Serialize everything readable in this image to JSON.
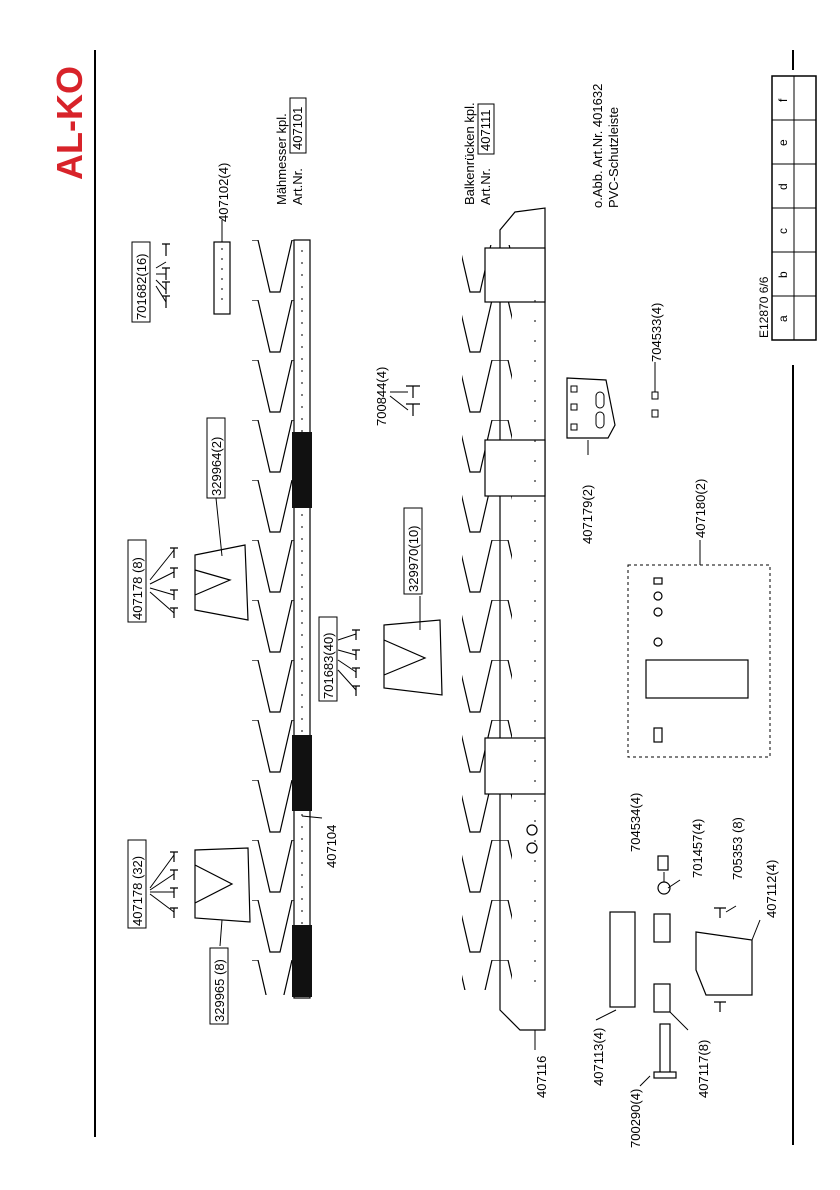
{
  "brand": {
    "logo_text": "AL-KO",
    "logo_color": "#d8232a"
  },
  "titles": {
    "maehmesser_label": "Mähmesser kpl.",
    "maehmesser_artnr_prefix": "Art.Nr.",
    "maehmesser_artnr": "407101",
    "balken_label": "Balkenrücken kpl.",
    "balken_artnr_prefix": "Art.Nr.",
    "balken_artnr": "407111",
    "note_line1": "o.Abb. Art.Nr. 401632",
    "note_line2": "PVC-Schutzleiste"
  },
  "drawing_ref": "E12870  6/6",
  "revision_cells": [
    "a",
    "b",
    "c",
    "d",
    "e",
    "f"
  ],
  "parts": {
    "p701682": "701682(16)",
    "p407102": "407102(4)",
    "p329964": "329964(2)",
    "p407178_8": "407178 (8)",
    "p701683": "701683(40)",
    "p329970": "329970(10)",
    "p700844": "700844(4)",
    "p704533": "704533(4)",
    "p407179": "407179(2)",
    "p407180": "407180(2)",
    "p407178_32": "407178 (32)",
    "p329965": "329965 (8)",
    "p407104": "407104",
    "p704534": "704534(4)",
    "p701457": "701457(4)",
    "p705353": "705353 (8)",
    "p407112": "407112(4)",
    "p407116": "407116",
    "p407113": "407113(4)",
    "p407117": "407117(8)",
    "p700290": "700290(4)"
  }
}
